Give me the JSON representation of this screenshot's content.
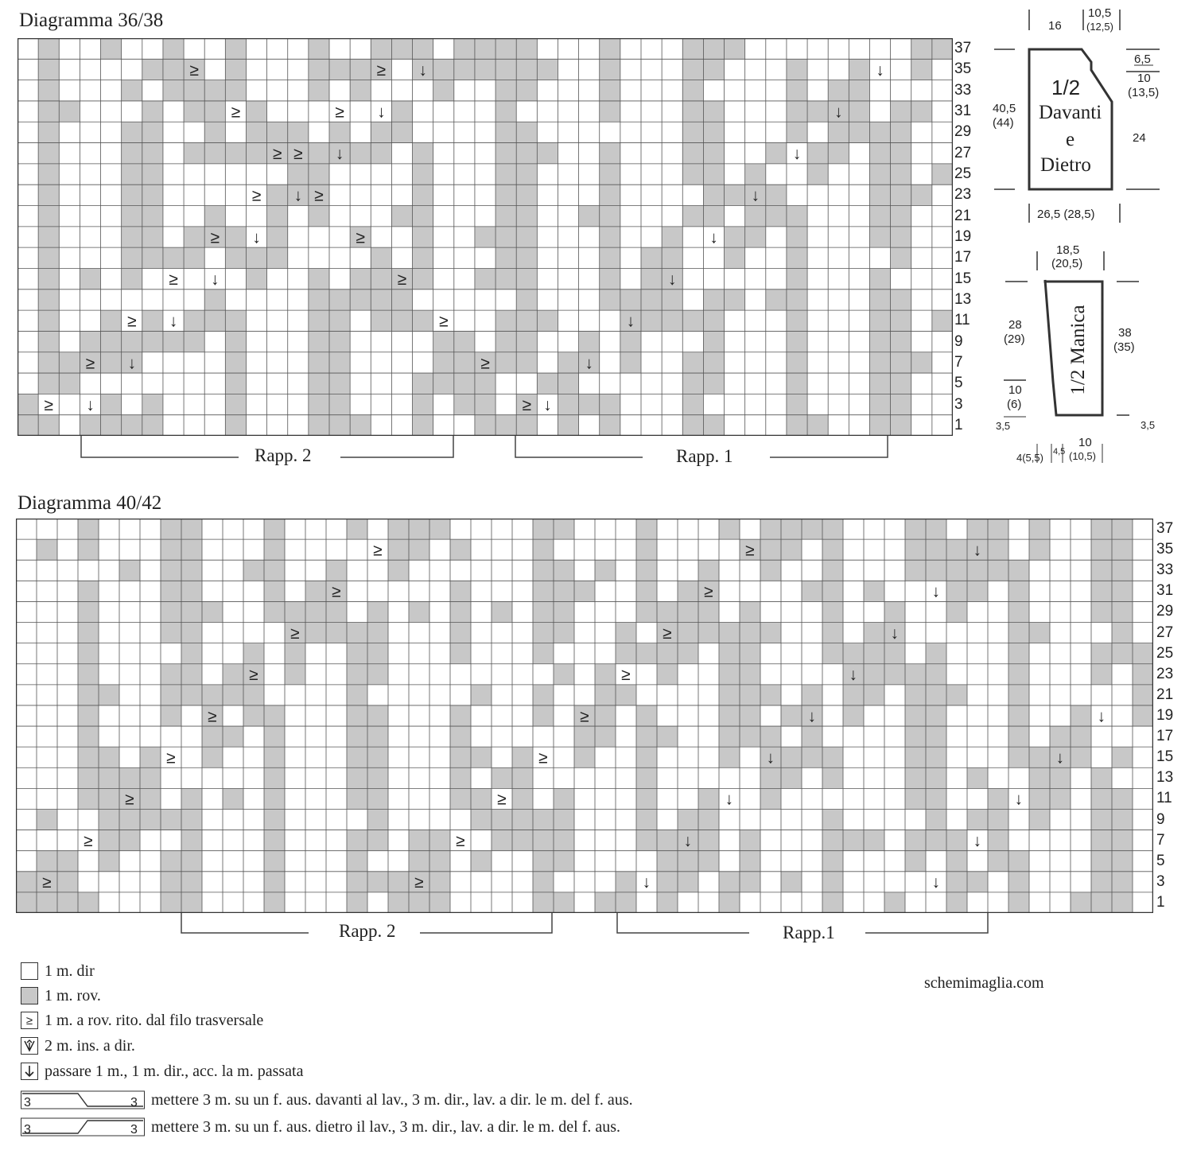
{
  "diagram1": {
    "title": "Diagramma  36/38",
    "row_labels": [
      "37",
      "35",
      "33",
      "31",
      "29",
      "27",
      "25",
      "23",
      "21",
      "19",
      "17",
      "15",
      "13",
      "11",
      "9",
      "7",
      "5",
      "3",
      "1"
    ],
    "repeat_labels": [
      "Rapp. 2",
      "Rapp. 1"
    ]
  },
  "diagram2": {
    "title": "Diagramma 40/42",
    "row_labels": [
      "37",
      "35",
      "33",
      "31",
      "29",
      "27",
      "25",
      "23",
      "21",
      "19",
      "17",
      "15",
      "13",
      "11",
      "9",
      "7",
      "5",
      "3",
      "1"
    ],
    "repeat_labels": [
      "Rapp. 2",
      "Rapp.1"
    ]
  },
  "body_schematic": {
    "title_a": "1/2",
    "title_b": "Davanti",
    "title_c": "e",
    "title_d": "Dietro",
    "top_left": "16",
    "top_right_a": "10,5",
    "top_right_b": "(12,5)",
    "right_top": "6,5",
    "right_mid_a": "10",
    "right_mid_b": "(13,5)",
    "right_side": "24",
    "left_side_a": "40,5",
    "left_side_b": "(44)",
    "bottom": "26,5 (28,5)"
  },
  "sleeve_schematic": {
    "title": "1/2 Manica",
    "top_a": "18,5",
    "top_b": "(20,5)",
    "left_a": "28",
    "left_b": "(29)",
    "left_low_a": "10",
    "left_low_b": "(6)",
    "left_bottom": "3,5",
    "right_a": "38",
    "right_b": "(35)",
    "right_bottom": "3,5",
    "bottom_a": "4(5,5)",
    "bottom_b": "4,5",
    "bottom_c": "10",
    "bottom_d": "(10,5)"
  },
  "legend": {
    "items": [
      {
        "symbol": "",
        "text": "1 m. dir"
      },
      {
        "symbol": "",
        "text": "1 m. rov."
      },
      {
        "symbol": "≥",
        "text": "1 m. a rov. rito. dal filo trasversale"
      },
      {
        "symbol": "♡",
        "text": "2 m. ins. a dir."
      },
      {
        "symbol": "↓",
        "text": "passare 1 m., 1 m. dir., acc. la m. passata"
      },
      {
        "symbol": "3",
        "text": "mettere 3 m. su un f. aus. davanti al lav., 3 m. dir., lav. a dir. le m. del f. aus."
      },
      {
        "symbol": "3",
        "text": "mettere 3 m. su un f. aus. dietro il lav., 3 m. dir., lav. a dir. le m. del f. aus."
      }
    ],
    "cable_number": "3"
  },
  "site": "schemimaglia.com",
  "colors": {
    "purl": "#c8c8c8",
    "grid": "#555555",
    "knit": "#ffffff"
  }
}
